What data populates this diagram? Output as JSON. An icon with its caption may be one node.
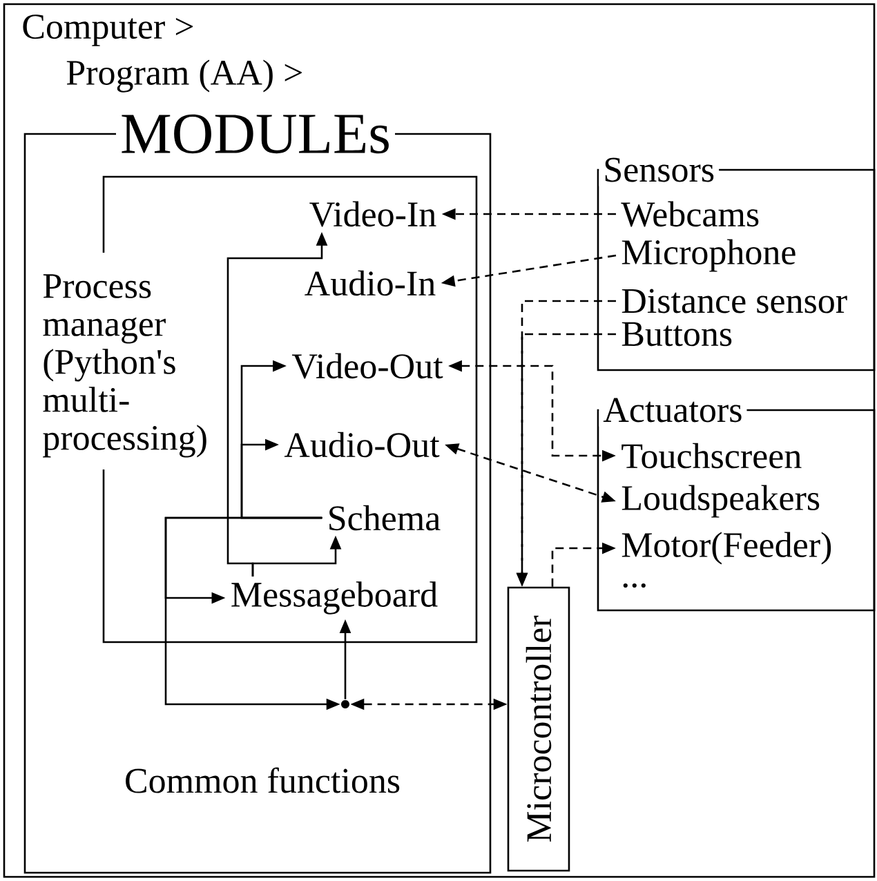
{
  "diagram": {
    "nodes": [
      {
        "text": [
          "Computer >",
          "Program (AA) >"
        ]
      },
      {
        "text": [
          "MODULEs",
          "Common functions"
        ],
        "in": 0
      },
      {
        "text": [
          "Process manager (Python's multi-processing)"
        ],
        "in": 1
      },
      {
        "text": [
          "Video-In"
        ],
        "in": 2
      },
      {
        "text": [
          "Audio-In"
        ],
        "in": 2
      },
      {
        "text": [
          "Video-Out"
        ],
        "in": 2
      },
      {
        "text": [
          "Audio-Out"
        ],
        "in": 2
      },
      {
        "text": [
          "Schema"
        ],
        "in": 2
      },
      {
        "text": [
          "Messageboard"
        ],
        "in": 2
      },
      {
        "text": [],
        "shape": "point",
        "in": 1
      },
      {
        "text": [
          "Microcontroller"
        ],
        "in": 0
      },
      {
        "text": [
          "Sensors"
        ],
        "in": 0
      },
      {
        "text": [
          "Webcams"
        ],
        "in": 11
      },
      {
        "text": [
          "Microphone"
        ],
        "in": 11
      },
      {
        "text": [
          "Distance sensor"
        ],
        "in": 11
      },
      {
        "text": [
          "Buttons"
        ],
        "in": 11
      },
      {
        "text": [
          "Actuators"
        ],
        "in": 0
      },
      {
        "text": [
          "Touchscreen"
        ],
        "in": 16
      },
      {
        "text": [
          "Loudspeakers"
        ],
        "in": 16
      },
      {
        "text": [
          "Motor(Feeder)"
        ],
        "in": 16
      },
      {
        "text": [
          "..."
        ],
        "in": 16
      }
    ],
    "edges": [
      {
        "from": 8,
        "to": 3,
        "arrow": "to"
      },
      {
        "from": 8,
        "to": 7,
        "arrow": "to"
      },
      {
        "from": 7,
        "to": 5,
        "arrow": "to"
      },
      {
        "from": 7,
        "to": 6,
        "arrow": "to"
      },
      {
        "from": 7,
        "to": 8,
        "arrow": "to"
      },
      {
        "from": 7,
        "to": 9,
        "arrow": "to"
      },
      {
        "from": 9,
        "to": 8,
        "arrow": "to"
      },
      {
        "from": 9,
        "to": 10,
        "arrow": "both",
        "style": "dashed"
      },
      {
        "from": 12,
        "to": 3,
        "arrow": "to",
        "style": "dashed"
      },
      {
        "from": 13,
        "to": 4,
        "arrow": "to",
        "style": "dashed"
      },
      {
        "from": 14,
        "to": 10,
        "arrow": "to",
        "style": "dashed"
      },
      {
        "from": 15,
        "to": 10,
        "arrow": "to",
        "style": "dashed"
      },
      {
        "from": 5,
        "to": 17,
        "arrow": "both",
        "style": "dashed"
      },
      {
        "from": 6,
        "to": 18,
        "arrow": "both",
        "style": "dashed"
      },
      {
        "from": 10,
        "to": 19,
        "arrow": "to",
        "style": "dashed"
      }
    ]
  }
}
